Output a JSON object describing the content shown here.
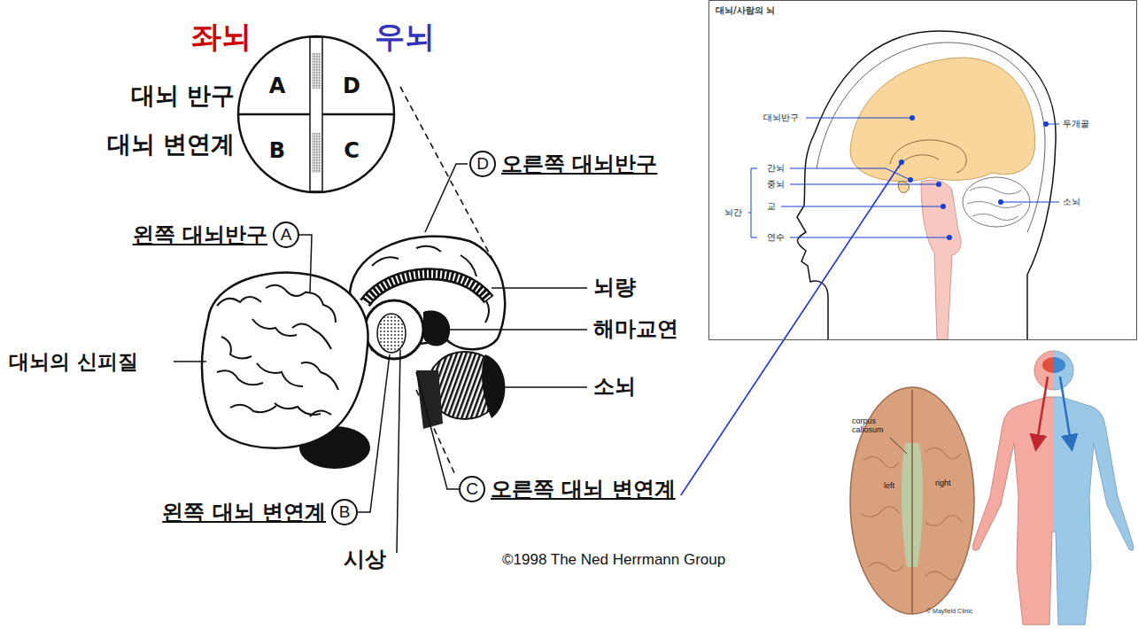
{
  "diagram": {
    "nodes": [
      {
        "text": [
          "A"
        ]
      },
      {
        "text": [
          "D"
        ]
      },
      {
        "text": [
          "B"
        ]
      },
      {
        "text": [
          "C"
        ]
      },
      {
        "text": [
          "D",
          "오른쪽 대뇌반구"
        ]
      },
      {
        "text": [
          "왼쪽 대뇌반구",
          "A"
        ]
      },
      {
        "text": [
          "C",
          "오른쪽 대뇌 변연계"
        ]
      },
      {
        "text": [
          "왼쪽 대뇌 변연계",
          "B"
        ]
      },
      {
        "text": [
          "대뇌/사람의 뇌"
        ]
      }
    ],
    "edges": [
      {
        "from": 6,
        "to": 8,
        "arrow": "none"
      }
    ],
    "labels": [
      "좌뇌",
      "우뇌",
      "대뇌 반구",
      "대뇌 변연계",
      "뇌량",
      "해마교연",
      "대뇌의 신피질",
      "소뇌",
      "시상",
      "©1998 The Ned Herrmann Group",
      "대뇌반구",
      "두개골",
      "간뇌",
      "중뇌",
      "뇌간",
      "교",
      "소뇌",
      "연수",
      "corpus callosum",
      "left",
      "right",
      "© Mayfield Clinic"
    ]
  }
}
